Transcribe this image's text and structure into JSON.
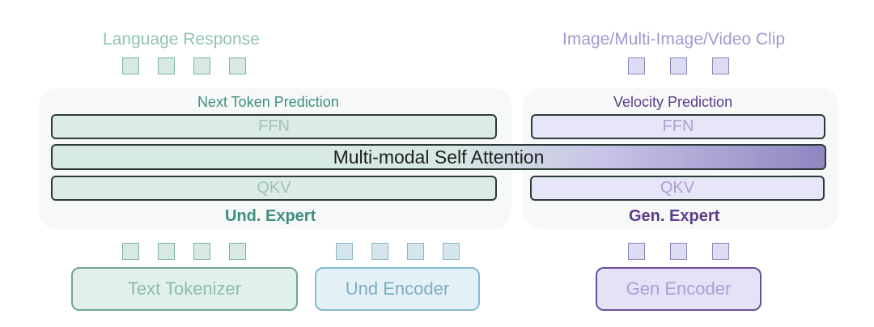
{
  "left": {
    "output_title": "Language Response",
    "head_title": "Next Token Prediction",
    "ffn_label": "FFN",
    "qkv_label": "QKV",
    "expert_label": "Und. Expert"
  },
  "right": {
    "output_title": "Image/Multi-Image/Video Clip",
    "head_title": "Velocity Prediction",
    "ffn_label": "FFN",
    "qkv_label": "QKV",
    "expert_label": "Gen. Expert"
  },
  "attention_label": "Multi-modal Self Attention",
  "encoders": {
    "text": "Text Tokenizer",
    "und": "Und Encoder",
    "gen": "Gen Encoder"
  },
  "colors": {
    "teal_text": "#8fc0b2",
    "teal_dark": "#3f8f80",
    "purple_text": "#9d97cc",
    "purple_dark": "#5c3d8a"
  }
}
